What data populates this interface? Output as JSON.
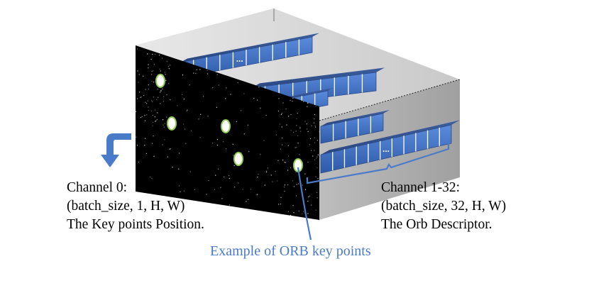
{
  "diagram": {
    "left_caption": {
      "line1": "Channel 0:",
      "line2": "(batch_size, 1, H, W)",
      "line3": "The Key points Position."
    },
    "right_caption": {
      "line1": "Channel 1-32:",
      "line2": "(batch_size, 32, H, W)",
      "line3": "The Orb Descriptor."
    },
    "example_caption": "Example of ORB key points",
    "descriptor_ellipsis": "...",
    "colors": {
      "box_face": "#a6a6a6",
      "box_top": "#d9d9d9",
      "image_plane": "#000000",
      "descriptor_blue": "#4472c4",
      "descriptor_dark": "#2f4f8f",
      "annotation_blue": "#4a7bc8",
      "keypoint_ring": "#92d050"
    }
  }
}
